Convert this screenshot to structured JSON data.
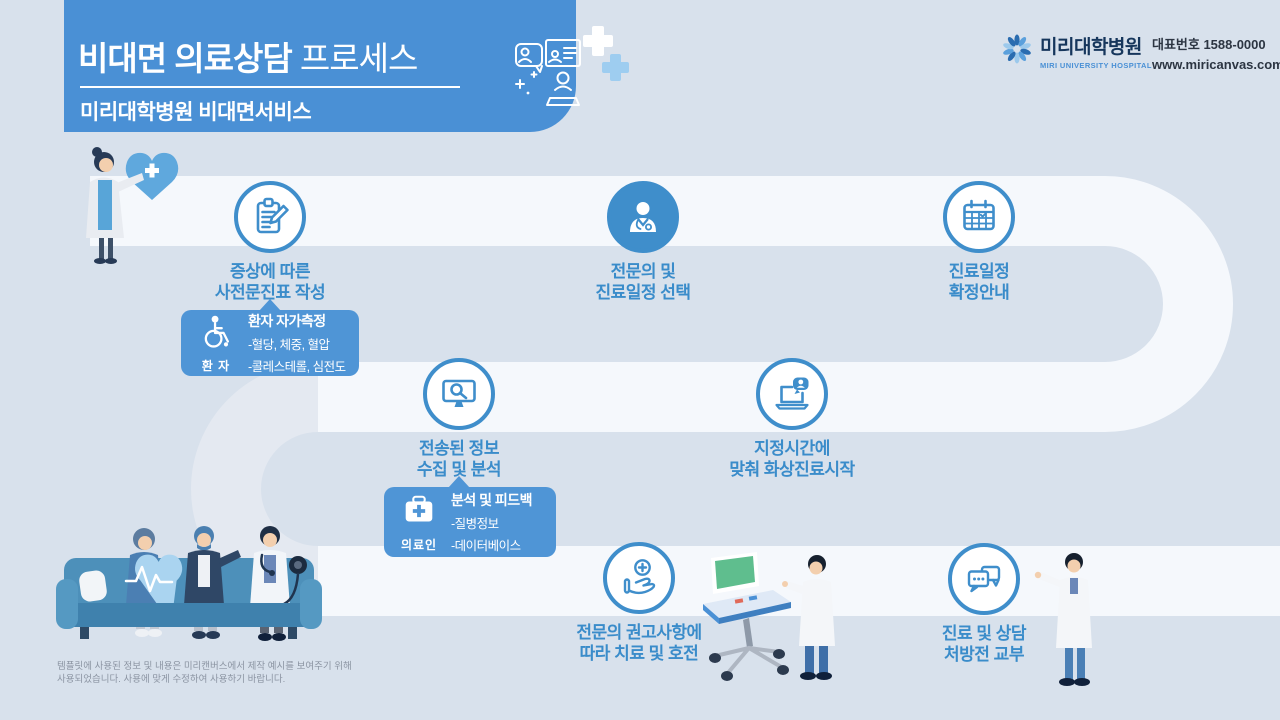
{
  "header": {
    "title_main": "비대면 의료상담",
    "title_sub": " 프로세스",
    "subtitle": "미리대학병원 비대면서비스"
  },
  "brand": {
    "hospital_name": "미리대학병원",
    "hospital_name_en": "MIRI UNIVERSITY HOSPITAL",
    "phone": "대표번호 1588-0000",
    "website": "www.miricanvas.com"
  },
  "steps": [
    {
      "icon": "clipboard-icon",
      "style": "outline",
      "label1": "증상에 따른",
      "label2": "사전문진표 작성"
    },
    {
      "icon": "doctor-icon",
      "style": "filled",
      "label1": "전문의 및",
      "label2": "진료일정 선택"
    },
    {
      "icon": "calendar-icon",
      "style": "outline",
      "label1": "진료일정",
      "label2": "확정안내"
    },
    {
      "icon": "monitor-search-icon",
      "style": "outline",
      "label1": "전송된 정보",
      "label2": "수집 및 분석"
    },
    {
      "icon": "video-call-icon",
      "style": "outline",
      "label1": "지정시간에",
      "label2": "맞춰 화상진료시작"
    },
    {
      "icon": "hand-cross-icon",
      "style": "outline",
      "label1": "전문의 권고사항에",
      "label2": "따라 치료 및 호전"
    },
    {
      "icon": "chat-icon",
      "style": "outline",
      "label1": "진료 및 상담",
      "label2": "처방전 교부"
    }
  ],
  "callouts": [
    {
      "icon": "wheelchair-icon",
      "role": "환 자",
      "title": "환자 자가측정",
      "item1": "-혈당, 체중, 혈압",
      "item2": "-콜레스테롤, 심전도"
    },
    {
      "icon": "first-aid-kit-icon",
      "role": "의료인",
      "title": "분석 및 피드백",
      "item1": "-질병정보",
      "item2": "-데이터베이스"
    }
  ],
  "footer": {
    "line1": "템플릿에 사용된 정보 및 내용은 미리캔버스에서 제작 예시를 보여주기 위해",
    "line2": "사용되었습니다. 사용에 맞게 수정하여 사용하기 바랍니다."
  },
  "colors": {
    "background": "#d8e1ec",
    "banner_blue": "#4a90d5",
    "step_blue": "#3f8ecb",
    "callout_blue": "#4f95d6",
    "path_white": "#f5f8fc",
    "curve_gray": "#e4e9f1"
  }
}
